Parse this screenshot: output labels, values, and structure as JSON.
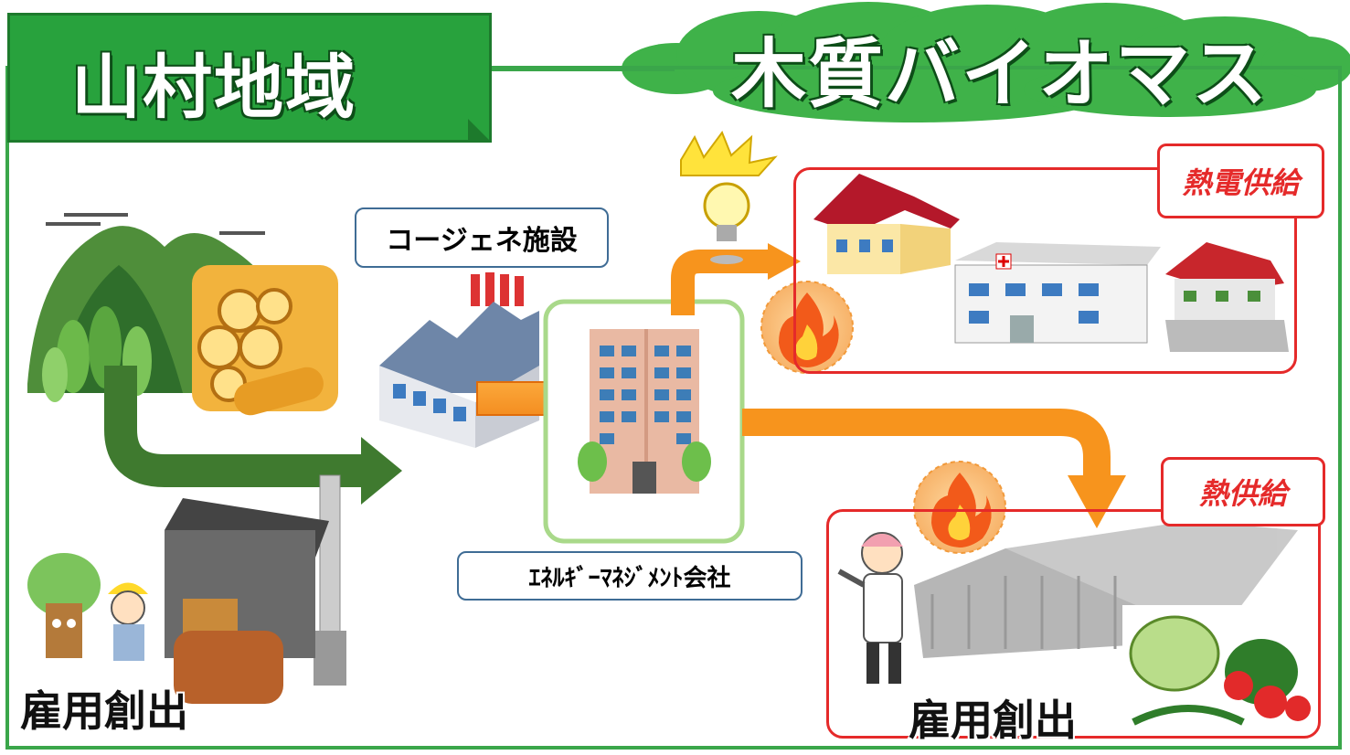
{
  "title": "山村地域",
  "cloud_title": "木質バイオマス",
  "cogen_label": "コージェネ施設",
  "energy_company_label": "ｴﾈﾙｷﾞｰﾏﾈｼﾞﾒﾝﾄ会社",
  "heat_power_label": "熱電供給",
  "heat_label": "熱供給",
  "employment_left": "雇用創出",
  "employment_right": "雇用創出",
  "colors": {
    "green": "#28a23d",
    "cloud_green": "#3fb249",
    "orange_arrow": "#f7941d",
    "red_frame": "#e52a2a",
    "dark_green_arrow": "#3f7a2f"
  }
}
